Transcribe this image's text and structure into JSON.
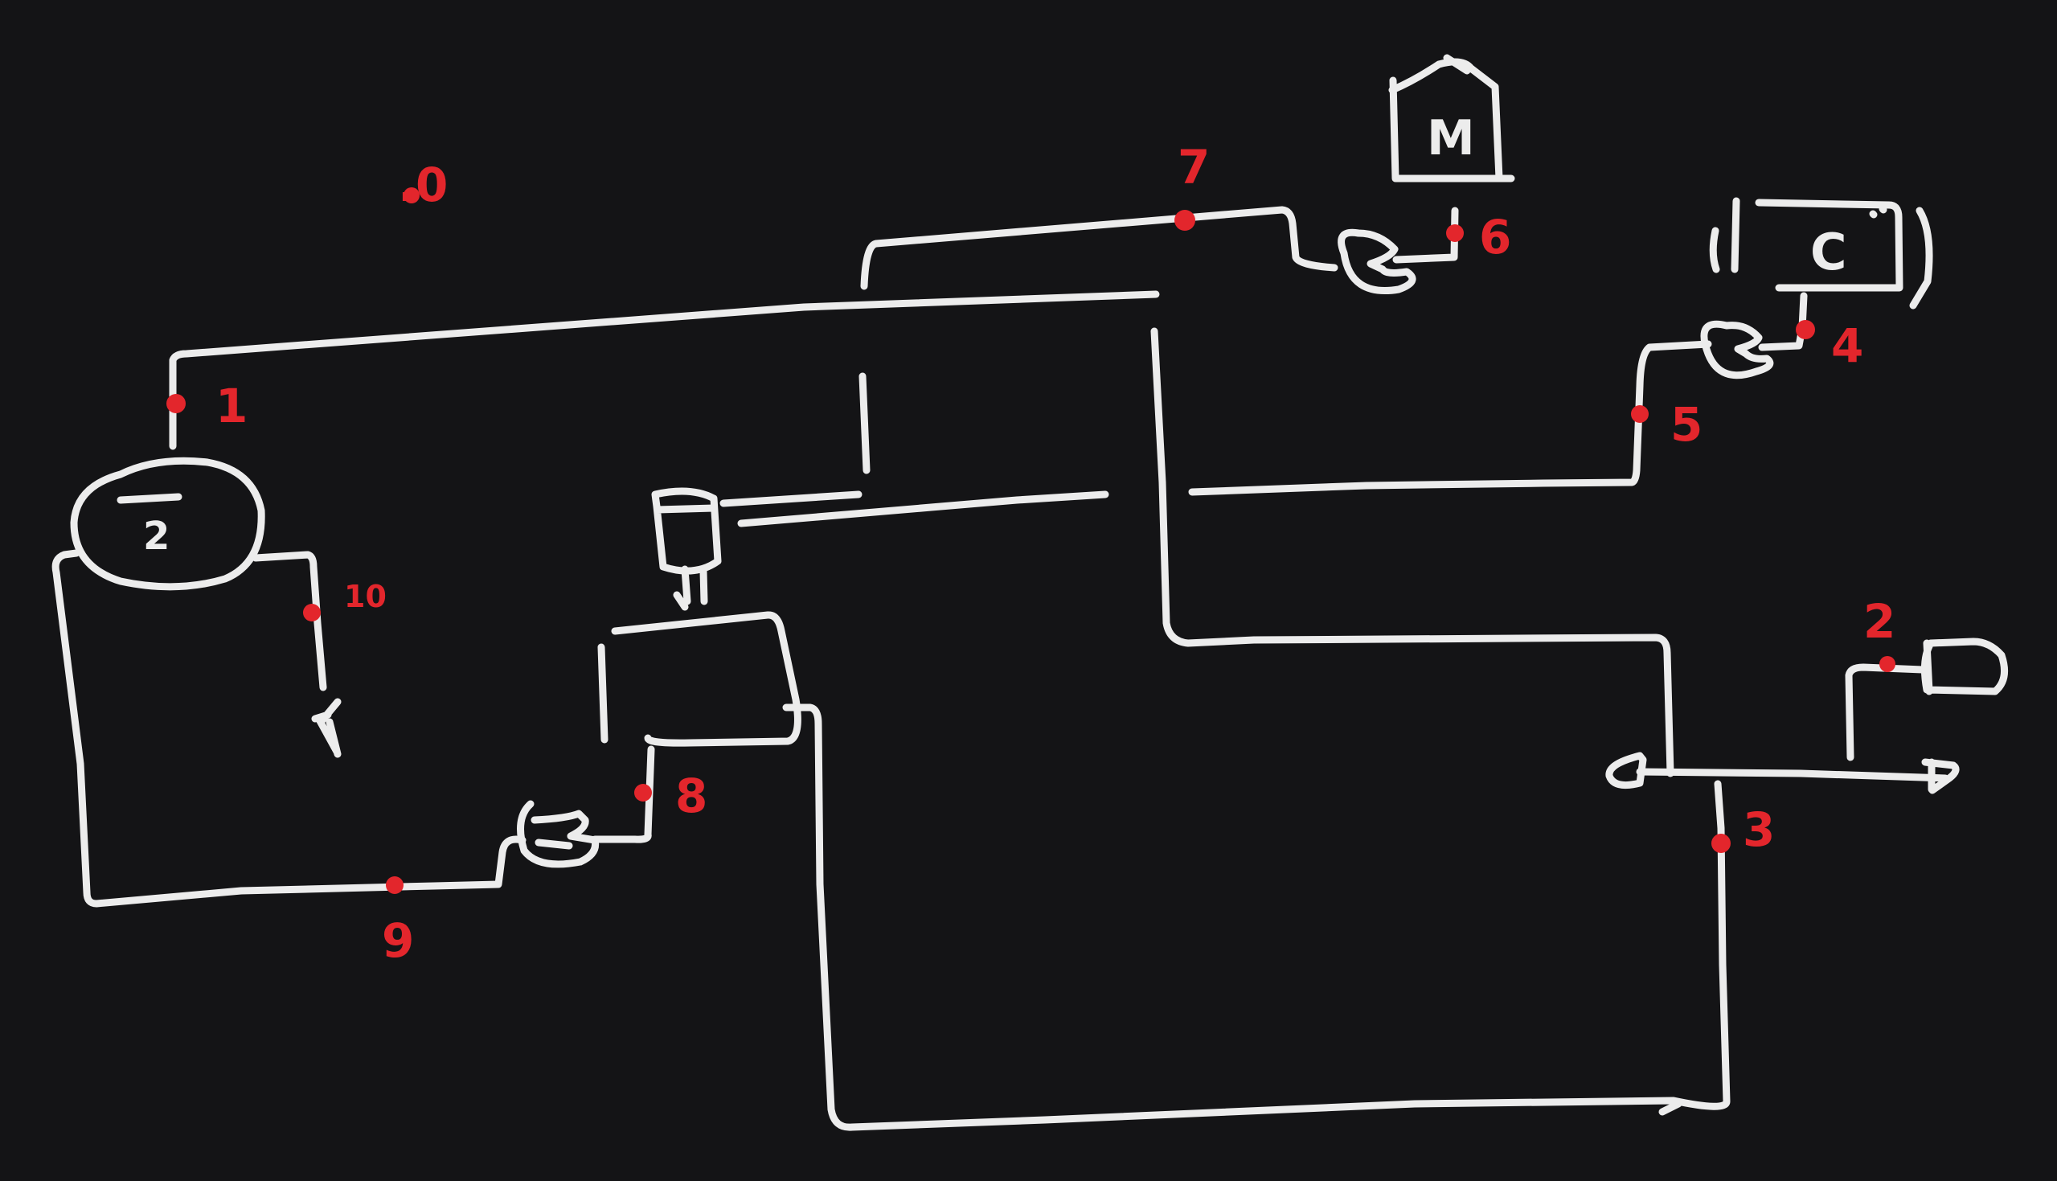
{
  "diagram": {
    "background": "#141416",
    "line_color": "#ececec",
    "marker_color": "#e3262c",
    "labels": {
      "n0": ".0",
      "n1": "1",
      "n2": "2",
      "n3": "3",
      "n4": "4",
      "n5": "5",
      "n6": "6",
      "n7": "7",
      "n8": "8",
      "n9": "9",
      "n10": "10"
    },
    "equipment_letters": {
      "left_tank": "2",
      "top_box": "M",
      "right_box": "C"
    }
  }
}
